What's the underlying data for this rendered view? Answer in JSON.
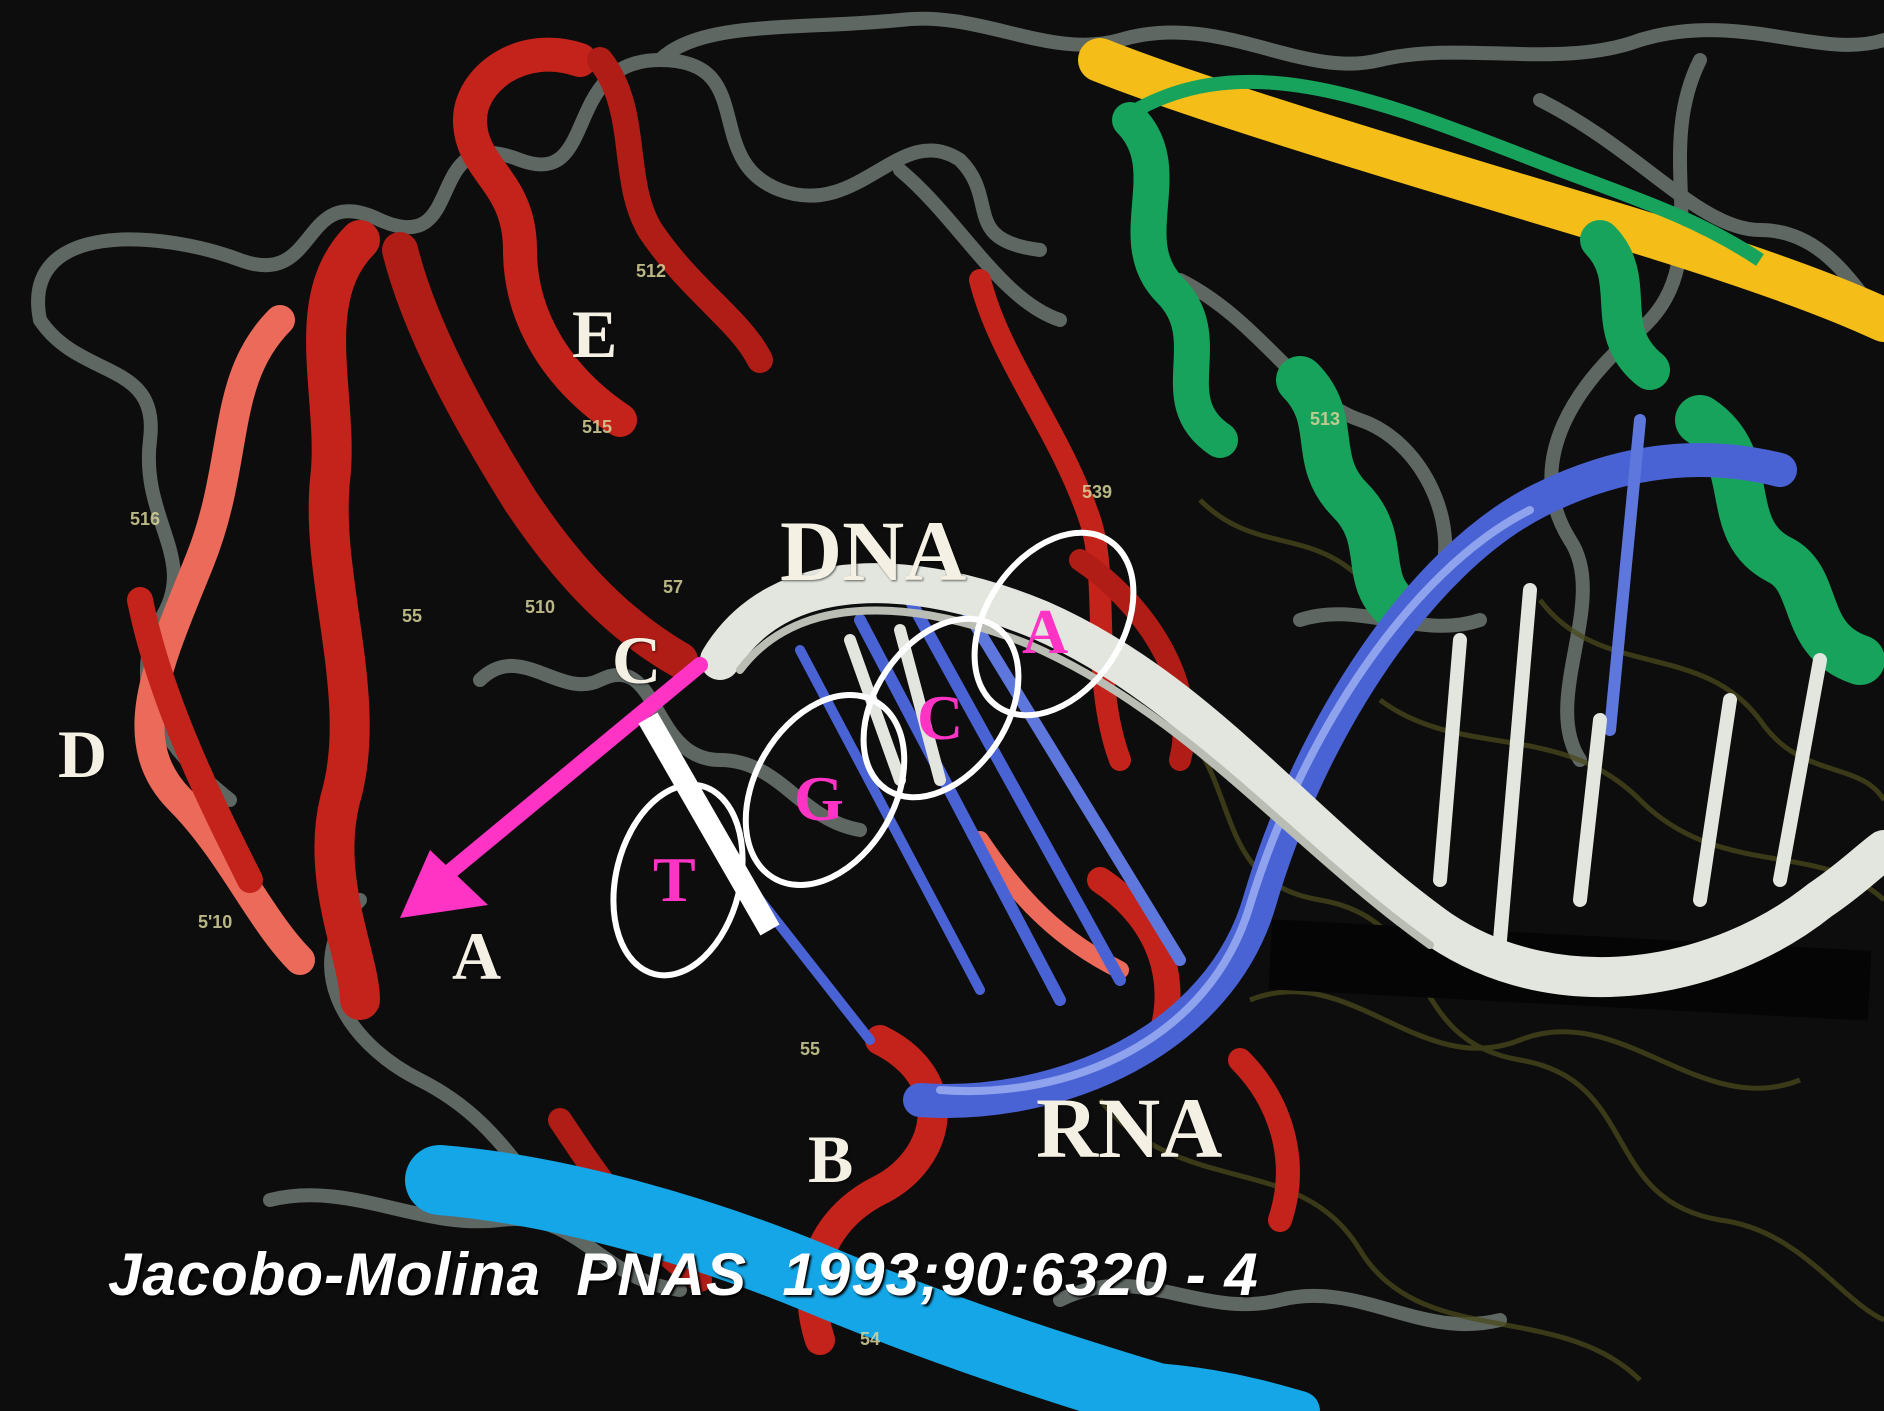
{
  "image": {
    "background_color": "#0d0d0d",
    "colors": {
      "coil": "#5f6763",
      "beta_sheet": "#c4231b",
      "beta_sheet_light": "#ec6a5a",
      "dna_strand": "#e3e6df",
      "rna_strand": "#4a63d4",
      "helix_green": "#17a35c",
      "yellow_strand": "#f5bd17",
      "cyan_strand": "#14a6e6",
      "annotation_magenta": "#ff33c4",
      "annotation_white": "#ffffff"
    }
  },
  "labels": {
    "strand_e": "E",
    "strand_d": "D",
    "strand_c": "C",
    "strand_a": "A",
    "strand_b": "B",
    "dna": "DNA",
    "rna": "RNA"
  },
  "residue_labels": [
    "512",
    "515",
    "516",
    "510",
    "55",
    "57",
    "5'10",
    "539",
    "513",
    "55",
    "54"
  ],
  "bases": [
    "T",
    "G",
    "C",
    "A"
  ],
  "citation": "Jacobo-Molina  PNAS  1993;90:6320 - 4"
}
